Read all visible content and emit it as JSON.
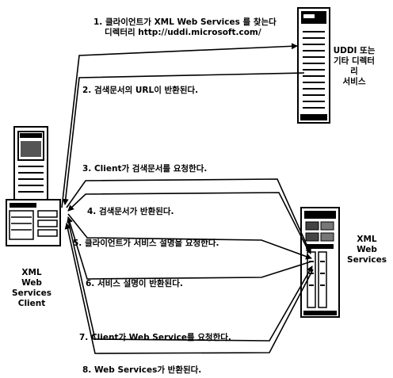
{
  "steps": [
    {
      "line1": "1. 클라이언트가 XML Web Services 를 찾는다",
      "line2": "디렉터리 http://uddi.microsoft.com/"
    },
    {
      "text": "2. 검색문서의 URL이 반환된다."
    },
    {
      "text": "3. Client가 검색문서를 요청한다."
    },
    {
      "text": "4. 검색문서가 반환된다."
    },
    {
      "text": "5. 클라이언트가 서비스 설명을 요청한다."
    },
    {
      "text": "6. 서비스 설명이 반환된다."
    },
    {
      "text": "7. Client가 Web Service를 요청한다."
    },
    {
      "text": "8. Web Services가 반환된다."
    }
  ],
  "uddi_server": {
    "lines": [
      "UDDI 또는",
      "기타 디렉터",
      "리",
      "서비스"
    ]
  },
  "web_server": {
    "lines": [
      "XML",
      "Web",
      "Services"
    ]
  },
  "client": {
    "lines": [
      "XML",
      "Web",
      "Services",
      "Client"
    ]
  }
}
